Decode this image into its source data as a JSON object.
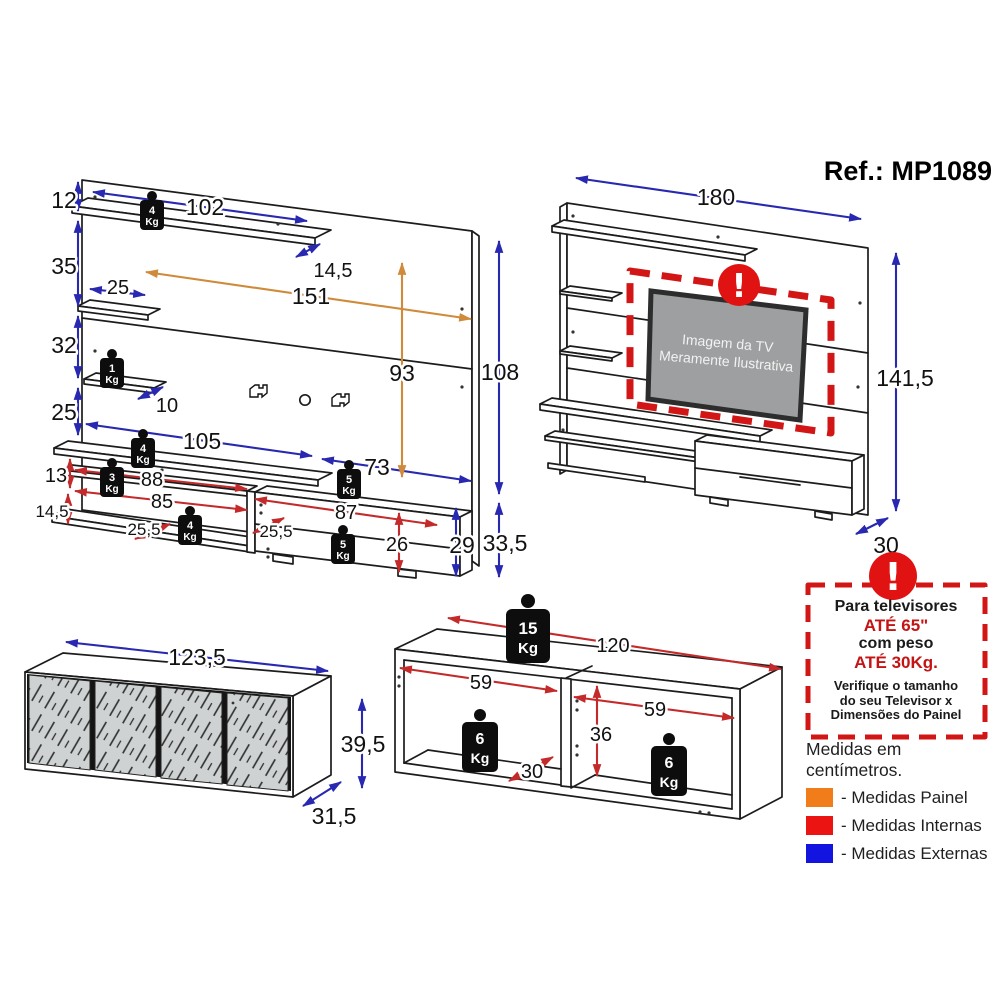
{
  "ref": "Ref.: MP1089",
  "colors": {
    "external_dim": "#2828B0",
    "internal_dim": "#C42A2A",
    "panel_dim": "#CF8B3B",
    "warning_red": "#E01212"
  },
  "front_view": {
    "dims": {
      "top_offset": "12",
      "top_shelf_width": "102",
      "top_shelf_depth": "14,5",
      "gap_top_to_small_shelf": "35",
      "small_shelf_width": "25",
      "panel_width": "151",
      "gap_small_shelves": "32",
      "small_shelf_depth": "10",
      "panel_height": "93",
      "total_height": "108",
      "gap_to_rack": "25",
      "rack_left_width": "105",
      "rack_right_width": "73",
      "shelf_gap_13": "13",
      "inner_width_88": "88",
      "inner_width_85": "85",
      "shelf_gap_14_5": "14,5",
      "shelf_depth_left": "25,5",
      "shelf_depth_center": "25,5",
      "drawer_inner_width": "87",
      "drawer_inner_height": "26",
      "rack_height": "29",
      "rack_total_height": "33,5"
    },
    "weights": [
      {
        "value": "4",
        "unit": "Kg"
      },
      {
        "value": "1",
        "unit": "Kg"
      },
      {
        "value": "4",
        "unit": "Kg"
      },
      {
        "value": "3",
        "unit": "Kg"
      },
      {
        "value": "4",
        "unit": "Kg"
      },
      {
        "value": "5",
        "unit": "Kg"
      },
      {
        "value": "5",
        "unit": "Kg"
      }
    ]
  },
  "perspective_view": {
    "dims": {
      "width": "180",
      "height": "141,5",
      "depth": "30"
    },
    "tv_label_line1": "Imagem da TV",
    "tv_label_line2": "Meramente Ilustrativa"
  },
  "mirror_rack": {
    "dims": {
      "width": "123,5",
      "height": "39,5",
      "depth": "31,5"
    }
  },
  "open_rack": {
    "dims": {
      "width": "120",
      "inner_left": "59",
      "inner_right": "59",
      "inner_height": "36",
      "inner_depth": "30"
    },
    "weights": [
      {
        "value": "15",
        "unit": "Kg"
      },
      {
        "value": "6",
        "unit": "Kg"
      },
      {
        "value": "6",
        "unit": "Kg"
      }
    ]
  },
  "warning": {
    "icon": "!",
    "line1": "Para televisores",
    "line2": "ATÉ 65\"",
    "line3": "com peso",
    "line4": "ATÉ 30Kg.",
    "note1": "Verifique o tamanho",
    "note2": "do seu Televisor x",
    "note3": "Dimensões do Painel"
  },
  "legend": {
    "title": "Medidas em centímetros.",
    "items": [
      {
        "label": "- Medidas Painel",
        "color": "#F07D1A"
      },
      {
        "label": "- Medidas Internas",
        "color": "#EC1313"
      },
      {
        "label": "- Medidas Externas",
        "color": "#1414E0"
      }
    ]
  }
}
